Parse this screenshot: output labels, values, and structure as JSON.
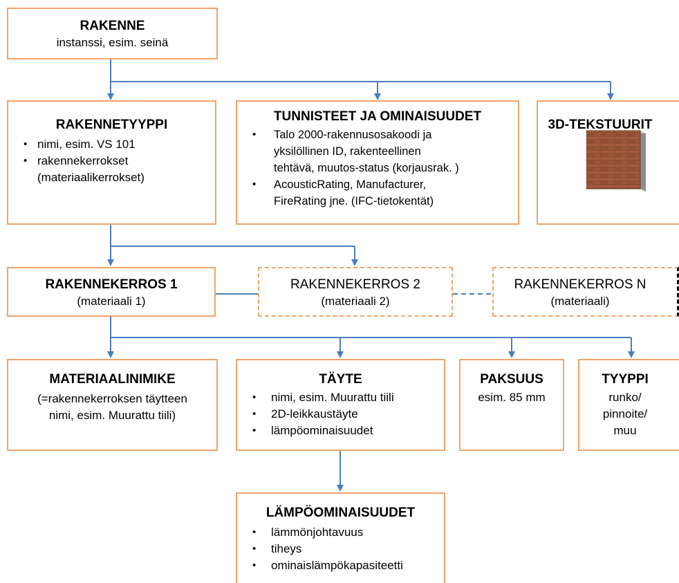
{
  "rakenne": {
    "title": "RAKENNE",
    "subtitle": "instanssi, esim. seinä"
  },
  "rakennetyyppi": {
    "title": "RAKENNETYYPPI",
    "items": [
      {
        "lines": [
          "nimi, esim. VS 101"
        ]
      },
      {
        "lines": [
          "rakennekerrokset",
          "(materiaalikerrokset)"
        ]
      }
    ]
  },
  "tunnisteet": {
    "title": "TUNNISTEET JA OMINAISUUDET",
    "items": [
      {
        "lines": [
          "Talo 2000-rakennusosakoodi ja",
          "yksilöllinen ID, rakenteellinen",
          "tehtävä, muutos-status (korjausrak. )"
        ]
      },
      {
        "lines": [
          "AcousticRating, Manufacturer,",
          "FireRating jne. (IFC-tietokentät)"
        ]
      }
    ]
  },
  "tekstuurit": {
    "title": "3D-TEKSTUURIT",
    "image": "brick-wall-texture"
  },
  "kerros1": {
    "title": "RAKENNEKERROS 1",
    "subtitle": "(materiaali 1)"
  },
  "kerros2": {
    "title": "RAKENNEKERROS 2",
    "subtitle": "(materiaali 2)"
  },
  "kerrosN": {
    "title": "RAKENNEKERROS N",
    "subtitle": "(materiaali)"
  },
  "materiaalinimike": {
    "title": "MATERIAALINIMIKE",
    "lines": [
      "(=rakennekerroksen täytteen",
      "nimi,  esim. Muurattu tiili)"
    ]
  },
  "tayte": {
    "title": "TÄYTE",
    "items": [
      "nimi, esim. Muurattu tiili",
      "2D-leikkaustäyte",
      "lämpöominaisuudet"
    ]
  },
  "paksuus": {
    "title": "PAKSUUS",
    "subtitle": "esim. 85 mm"
  },
  "tyyppi": {
    "title": "TYYPPI",
    "lines": [
      "runko/",
      "pinnoite/",
      "muu"
    ]
  },
  "lampo": {
    "title": "LÄMPÖOMINAISUUDET",
    "items": [
      "lämmönjohtavuus",
      "tiheys",
      "ominaislämpökapasiteetti"
    ]
  },
  "colors": {
    "box_border": "#f0a36a",
    "connector": "#4a7ebb"
  }
}
